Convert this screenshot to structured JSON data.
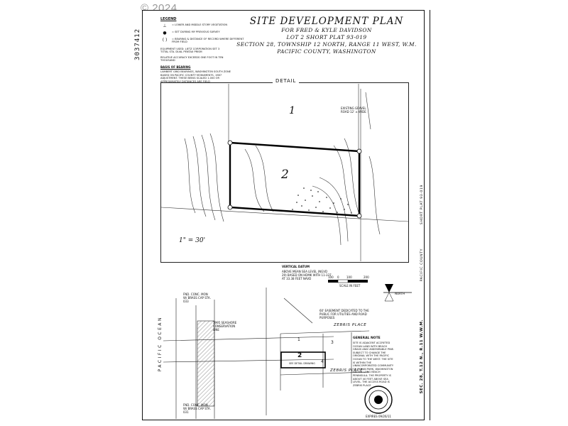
{
  "copyright": "© 2024",
  "record_number": "3037412",
  "legend": {
    "title": "LEGEND",
    "items": [
      {
        "symbol": "⊥",
        "text": "= LOWER AND MIDDLE STORY VEGETATION"
      },
      {
        "symbol": "●",
        "text": "= SET DURING MY PREVIOUS SURVEY"
      },
      {
        "symbol": "( )",
        "text": "= BEARING & DISTANCE OF RECORD WHERE DIFFERENT FROM FIELD"
      }
    ],
    "equipment": "EQUIPMENT USED: LIETZ CORPORATION SET 3 TOTAL STA. DUAL PENTAX PRISM",
    "accuracy": "RELATIVE ACCURACY EXCEEDS ONE FOOT IN TEN THOUSAND",
    "basis_title": "BASIS OF BEARING",
    "basis_text": "LAMBERT GRID BEARINGS, WASHINGTON SOUTH ZONE BASED ON PACIFIC COUNTY MONUMENTS, 1987 ADJUSTMENT. THESE BEING SCALED 1.000 OR APPROXIMATELY DISTANCES ARE FIELD"
  },
  "title_block": {
    "title": "SITE DEVELOPMENT PLAN",
    "lines": [
      "FOR FRED & KYLE DAVIDSON",
      "LOT 2   SHORT PLAT 93-019",
      "SECTION 28, TOWNSHIP 12 NORTH, RANGE 11 WEST, W.M.",
      "PACIFIC COUNTY, WASHINGTON"
    ]
  },
  "detail": {
    "label": "DETAIL",
    "scale": "1\" = 30'",
    "lot1": "1",
    "lot2": "2",
    "note": "EXISTING GRAVEL ROAD 12' ± WIDE"
  },
  "lower_plan": {
    "vertical_datum_title": "VERTICAL DATUM",
    "vertical_datum_text": "ABOVE MEAN SEA LEVEL (NGVD 29) BASED ON HDMK WITH 11-337 AT 33.38 FEET NAVD",
    "scale_bar_label": "SCALE IN FEET",
    "scale_marks": [
      "100",
      "0",
      "100",
      "200"
    ],
    "north_label": "NORTH",
    "ocean_label": "PACIFIC OCEAN",
    "road_top": "ZEBRIS PLACE",
    "road_bottom": "ZEBRIS PLACE",
    "easement_note": "60' EASEMENT DEDICATED TO THE PUBLIC FOR UTILITIES AND ROAD PURPOSES",
    "lots": [
      "1",
      "2",
      "3",
      "4"
    ],
    "lot2_note": "SEE DETAIL DRAWING",
    "monument_top": "FND. CONC. MON W/ BRASS CAP STA. 033",
    "monument_bottom": "FND. CONC. MON. W/ BRASS CAP STA. 031",
    "dune_note": "1995 SEASHORE CONSERVATION LINE"
  },
  "general_note": {
    "title": "GENERAL NOTE",
    "text": "SITE IS ADJACENT ACCRETED OCEAN LAND WITH BEACH GRASS AND UNDESIRABLE PINE. SUBJECT TO CHANGE THE ORIGINAL WITH THE PACIFIC OCEAN TO THE WEST. THE SITE IS WITHIN THE UNINCORPORATED COMMUNITY OF OCEAN PARK, WASHINGTON ON THE LONG BEACH PENINSULA. THE PROPERTY IS ABOUT 40 FEET ABOVE SEA LEVEL. THE ACCESS ROAD IS ZEBRIS PLACE"
  },
  "seal": {
    "text": "EXPIRES 09/26/11"
  },
  "strip": {
    "title": "SEC. 28, T.12 N., R.11 W.W.M.",
    "lines": [
      "PACIFIC COUNTY",
      "SHORT PLAT 93-019"
    ]
  },
  "colors": {
    "ink": "#111111",
    "copyright": "#9a9a9a"
  }
}
